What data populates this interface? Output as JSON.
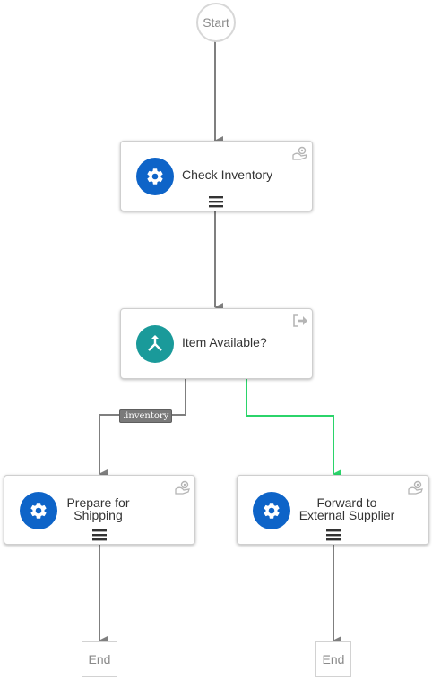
{
  "start": {
    "label": "Start"
  },
  "nodes": {
    "check_inventory": {
      "label": "Check Inventory",
      "icon": "gear-icon"
    },
    "item_available": {
      "label": "Item Available?",
      "icon": "gateway-icon"
    },
    "prepare_shipping": {
      "line1": "Prepare for",
      "line2": "Shipping",
      "icon": "gear-icon"
    },
    "forward_supplier": {
      "line1": "Forward to",
      "line2": "External Supplier",
      "icon": "gear-icon"
    }
  },
  "ends": {
    "left": "End",
    "right": "End"
  },
  "conditions": {
    "inventory": ".inventory"
  },
  "colors": {
    "task_icon": "#0e64c8",
    "gateway_icon": "#1a9a9a",
    "edge": "#7f7f7f",
    "active_edge": "#2bd46a"
  }
}
